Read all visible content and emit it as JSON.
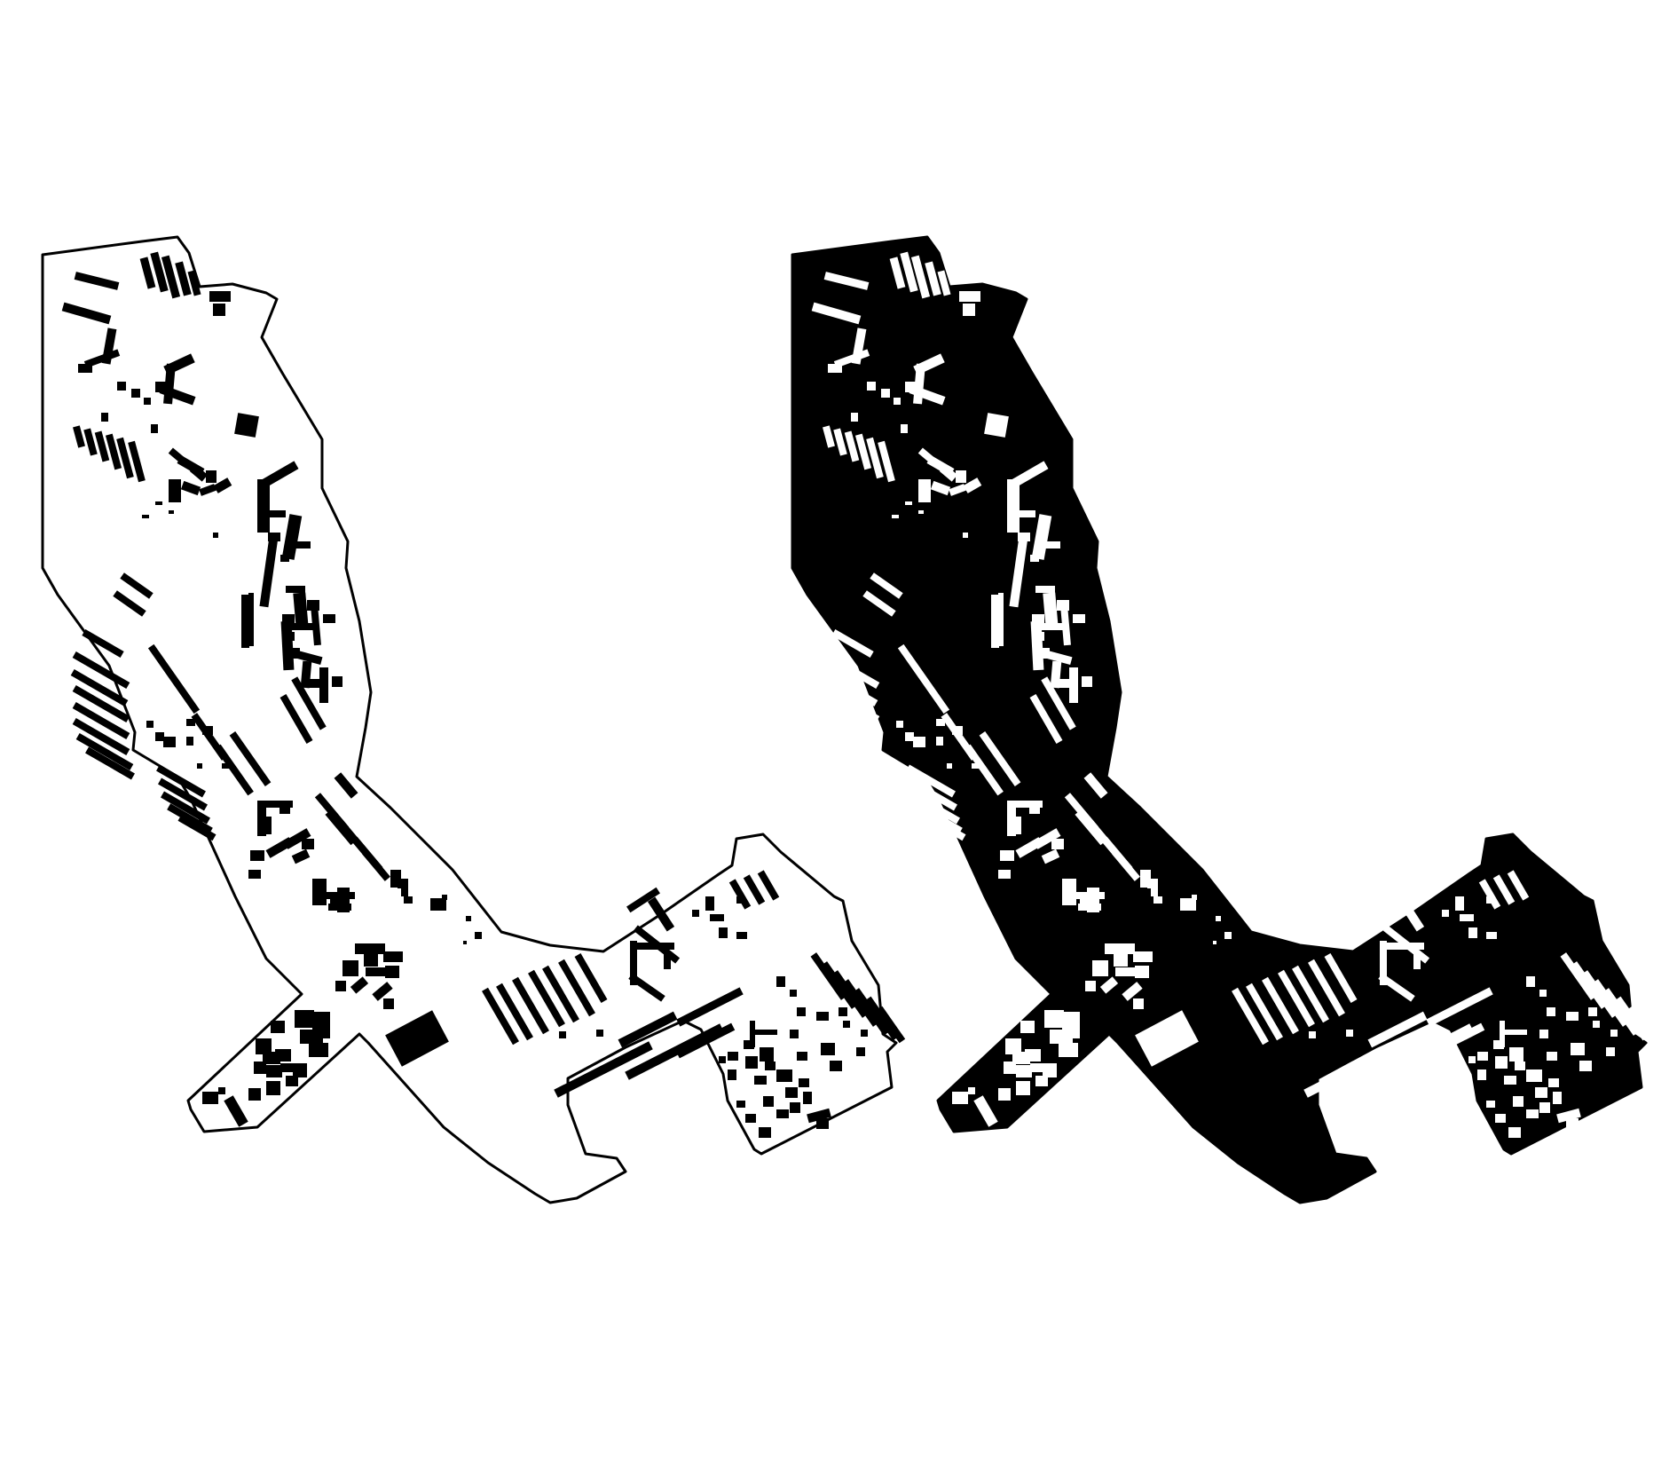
{
  "figure": {
    "panels": [
      {
        "name": "figure-ground-plan",
        "style": "outline",
        "boundary_color": "#000000",
        "ground_color": "#ffffff",
        "building_color": "#000000"
      },
      {
        "name": "inverted-figure-ground-plan",
        "style": "filled",
        "boundary_color": "#000000",
        "ground_color": "#000000",
        "building_color": "#ffffff"
      }
    ],
    "background_color": "#ffffff"
  }
}
